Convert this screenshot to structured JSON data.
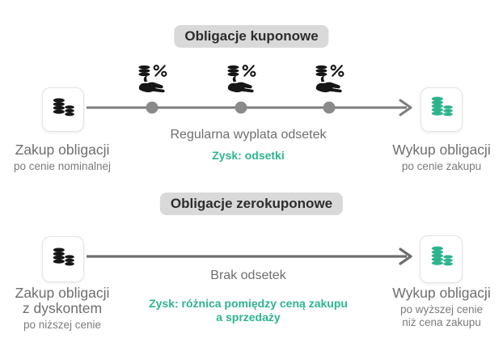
{
  "colors": {
    "accent_green": "#2db48e",
    "badge_bg": "#d9d9d9",
    "badge_text": "#2d2d2d",
    "label_gray": "#6e6e6e",
    "arrow_gray": "#7d7d7d",
    "coin_black": "#161616"
  },
  "icons": {
    "left_box": "coin-stack-icon",
    "right_box": "green-coin-stack-icon",
    "timeline_marker": "hand-coins-percent-icon"
  },
  "sections": {
    "coupon": {
      "badge": "Obligacje kuponowe",
      "left_title": "Zakup obligacji",
      "left_subtitle": "po cenie nominalnej",
      "caption": "Regularna wyplata odsetek",
      "profit": "Zysk: odsetki",
      "right_title": "Wykup obligacji",
      "right_subtitle": "po cenie zakupu"
    },
    "zero": {
      "badge": "Obligacje zerokuponowe",
      "left_title": "Zakup obligacji",
      "left_title2": "z dyskontem",
      "left_subtitle": "po niższej cenie",
      "caption": "Brak odsetek",
      "profit_line1": "Zysk: różnica pomiędzy ceną zakupu",
      "profit_line2": "a sprzedaży",
      "right_title": "Wykup obligacji",
      "right_subtitle": "po wyższej cenie",
      "right_subtitle2": "niż cena zakupu"
    }
  }
}
